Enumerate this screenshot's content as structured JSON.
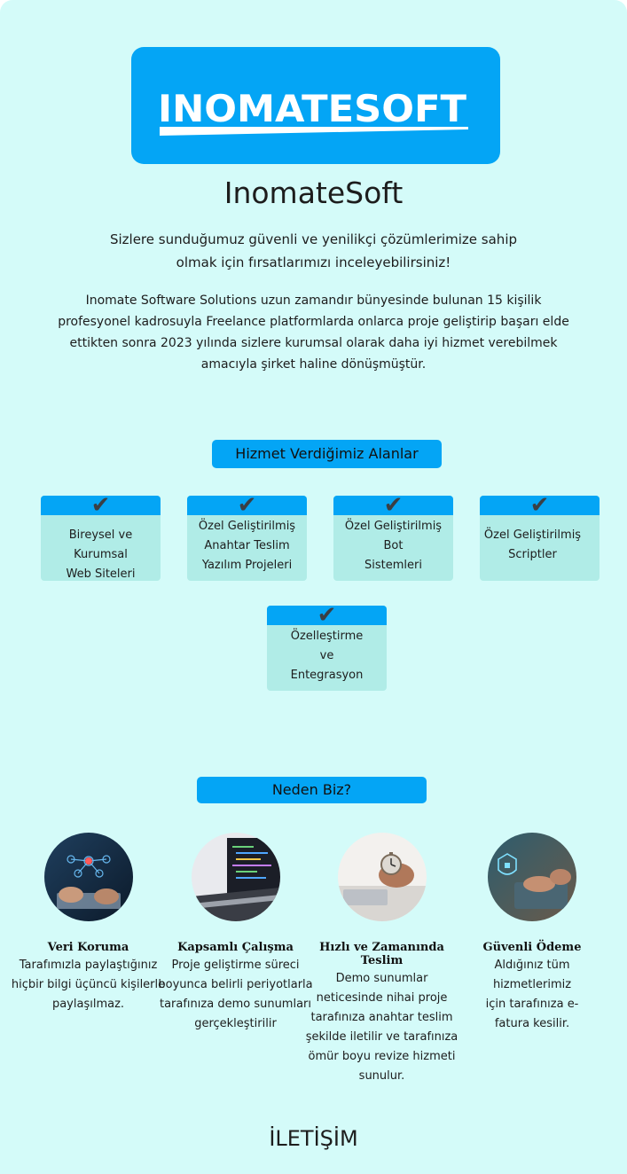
{
  "brand": {
    "logo_text": "INOMATESOFT",
    "title": "InomateSoft"
  },
  "intro": "Sizlere sunduğumuz güvenli ve yenilikçi çözümlerimize sahip olmak için fırsatlarımızı inceleyebilirsiniz!",
  "about": "Inomate Software Solutions uzun zamandır bünyesinde bulunan 15 kişilik profesyonel kadrosuyla Freelance platformlarda onlarca proje geliştirip başarı elde ettikten sonra 2023 yılında sizlere kurumsal olarak daha iyi hizmet verebilmek amacıyla şirket haline dönüşmüştür.",
  "services": {
    "heading": "Hizmet Verdiğimiz Alanlar",
    "check_glyph": "✔",
    "items": [
      {
        "label": "Bireysel ve Kurumsal\nWeb Siteleri"
      },
      {
        "label": "Özel Geliştirilmiş\nAnahtar Teslim\nYazılım Projeleri"
      },
      {
        "label": "Özel Geliştirilmiş\nBot\nSistemleri"
      },
      {
        "label": "Özel Geliştirilmiş\nScriptler"
      },
      {
        "label": "Özelleştirme\nve\nEntegrasyon"
      }
    ]
  },
  "why": {
    "heading": "Neden Biz?",
    "features": [
      {
        "title": "Veri Koruma",
        "text": "Tarafımızla paylaştığınız hiçbir bilgi üçüncü kişilerle paylaşılmaz.",
        "image": "data-protection-photo"
      },
      {
        "title": "Kapsamlı Çalışma",
        "text": "Proje geliştirme süreci boyunca belirli periyotlarla tarafınıza demo sunumları gerçekleştirilir",
        "image": "laptop-code-photo"
      },
      {
        "title": "Hızlı ve Zamanında Teslim",
        "text": "Demo sunumlar neticesinde nihai proje tarafınıza anahtar teslim şekilde iletilir ve tarafınıza ömür boyu revize hizmeti sunulur.",
        "image": "stopwatch-photo"
      },
      {
        "title": "Güvenli Ödeme",
        "text": "Aldığınız tüm hizmetlerimiz için tarafınıza e-fatura kesilir.",
        "image": "secure-payment-photo"
      }
    ]
  },
  "contact": {
    "heading": "İLETİŞİM"
  },
  "colors": {
    "background": "#d4fbf9",
    "accent": "#04a5f5",
    "card": "#b0ece7"
  }
}
